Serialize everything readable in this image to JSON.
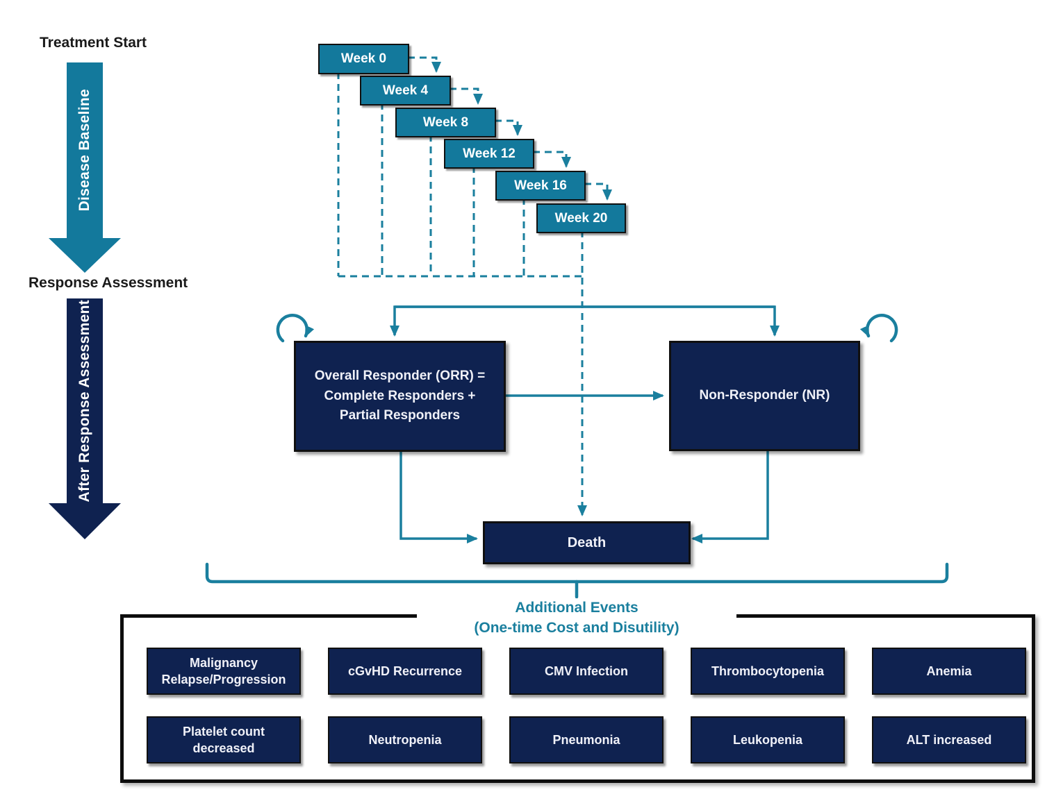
{
  "colors": {
    "teal": "#13799C",
    "teal_line": "#1A7F9E",
    "navy": "#0F2250",
    "ink": "#1A1A1A"
  },
  "left_rail": {
    "treatment_start": "Treatment Start",
    "disease_baseline": "Disease Baseline",
    "response_assessment": "Response Assessment",
    "after_response_assessment": "After Response Assessment"
  },
  "timeline": {
    "weeks": [
      "Week 0",
      "Week 4",
      "Week 8",
      "Week 12",
      "Week 16",
      "Week 20"
    ]
  },
  "states": {
    "orr": {
      "lines": [
        "Overall Responder (ORR) =",
        "Complete Responders +",
        "Partial Responders"
      ]
    },
    "nr": "Non-Responder (NR)",
    "death": "Death"
  },
  "additional_events": {
    "title": "Additional Events",
    "subtitle": "(One-time Cost and Disutility)",
    "items": [
      "Malignancy Relapse/Progression",
      "cGvHD Recurrence",
      "CMV Infection",
      "Thrombocytopenia",
      "Anemia",
      "Platelet count decreased",
      "Neutropenia",
      "Pneumonia",
      "Leukopenia",
      "ALT increased"
    ]
  }
}
